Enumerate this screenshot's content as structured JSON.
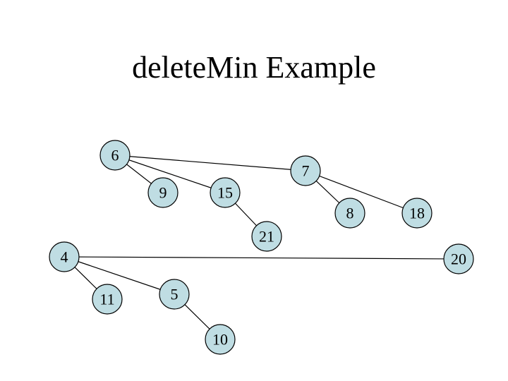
{
  "title": "deleteMin Example",
  "colors": {
    "node_fill": "#bfdde3",
    "stroke": "#000000",
    "background": "#ffffff"
  },
  "nodes": [
    {
      "id": "n6",
      "label": "6"
    },
    {
      "id": "n7",
      "label": "7"
    },
    {
      "id": "n9",
      "label": "9"
    },
    {
      "id": "n15",
      "label": "15"
    },
    {
      "id": "n8",
      "label": "8"
    },
    {
      "id": "n18",
      "label": "18"
    },
    {
      "id": "n21",
      "label": "21"
    },
    {
      "id": "n4",
      "label": "4"
    },
    {
      "id": "n20",
      "label": "20"
    },
    {
      "id": "n11",
      "label": "11"
    },
    {
      "id": "n5",
      "label": "5"
    },
    {
      "id": "n10",
      "label": "10"
    }
  ],
  "edges": [
    {
      "from": "n6",
      "to": "n7"
    },
    {
      "from": "n6",
      "to": "n15"
    },
    {
      "from": "n6",
      "to": "n9"
    },
    {
      "from": "n7",
      "to": "n18"
    },
    {
      "from": "n7",
      "to": "n8"
    },
    {
      "from": "n15",
      "to": "n21"
    },
    {
      "from": "n4",
      "to": "n20"
    },
    {
      "from": "n4",
      "to": "n5"
    },
    {
      "from": "n4",
      "to": "n11"
    },
    {
      "from": "n5",
      "to": "n10"
    }
  ]
}
